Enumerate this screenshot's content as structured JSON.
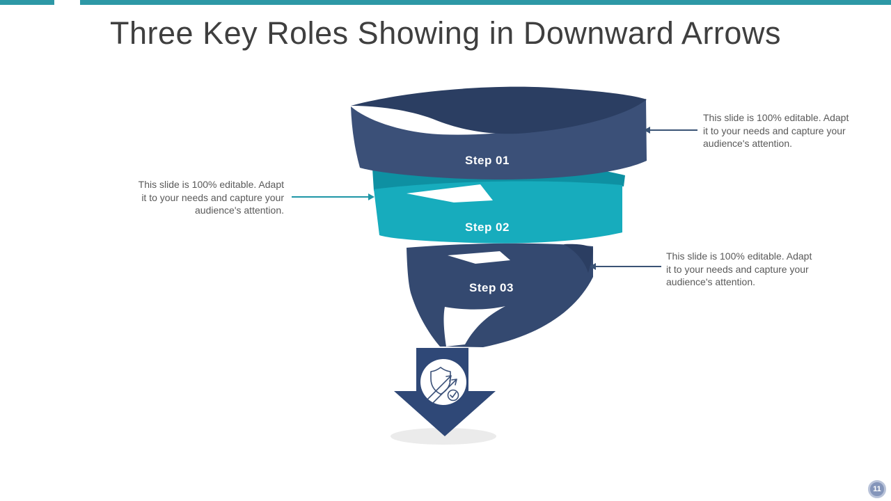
{
  "slide": {
    "title": "Three Key Roles Showing in Downward Arrows",
    "page_number": "11"
  },
  "funnel": {
    "steps": [
      {
        "label": "Step 01",
        "color": "#3B5078",
        "back_color": "#2B3E62"
      },
      {
        "label": "Step 02",
        "color": "#17ACBD",
        "back_color": "#0E90A2"
      },
      {
        "label": "Step 03",
        "color": "#344970",
        "back_color": "#2B3E62"
      }
    ],
    "arrow_color": "#2F4877",
    "icon": "shield-with-arrows-and-check",
    "icon_stroke": "#3A5078",
    "shadow_color": "#EBEBEB"
  },
  "annotations": [
    {
      "id": "right-top",
      "lines": [
        "This slide is 100% editable. Adapt",
        "it to your needs and capture your",
        "audience's attention."
      ],
      "connector_color": "#3A5375"
    },
    {
      "id": "left",
      "lines": [
        "This slide is 100% editable. Adapt",
        "it to your needs and capture your",
        "audience's attention."
      ],
      "connector_color": "#1E96A6"
    },
    {
      "id": "right-bottom",
      "lines": [
        "This slide is 100% editable. Adapt",
        "it to your needs and capture your",
        "audience's attention."
      ],
      "connector_color": "#3A5375"
    }
  ],
  "colors": {
    "top_bar": "#2D98A6",
    "title_text": "#3F3F3F",
    "annotation_text": "#595959",
    "badge_fill": "#8495BA",
    "white": "#FFFFFF"
  }
}
